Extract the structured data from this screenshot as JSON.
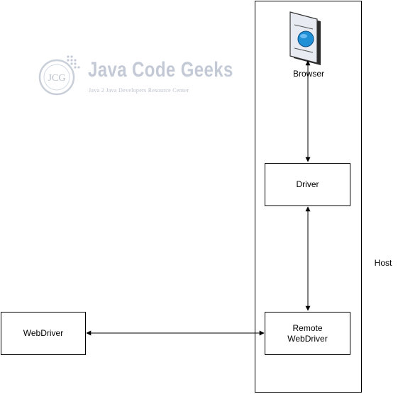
{
  "watermark": {
    "title": "Java Code Geeks",
    "subtitle": "Java 2 Java Developers Resource Center",
    "logo_text": "JCG"
  },
  "nodes": {
    "browser": {
      "label": "Browser",
      "icon": "browser-icon"
    },
    "driver": {
      "label": "Driver"
    },
    "remote_webdriver": {
      "label": "Remote\nWebDriver"
    },
    "webdriver": {
      "label": "WebDriver"
    },
    "host": {
      "label": "Host"
    }
  },
  "edges": [
    {
      "from": "browser",
      "to": "driver",
      "direction": "both"
    },
    {
      "from": "driver",
      "to": "remote_webdriver",
      "direction": "both"
    },
    {
      "from": "webdriver",
      "to": "remote_webdriver",
      "direction": "both"
    }
  ],
  "colors": {
    "stroke": "#000000",
    "watermark": "#c3cad6",
    "browser_globe": "#1f8fd6"
  }
}
